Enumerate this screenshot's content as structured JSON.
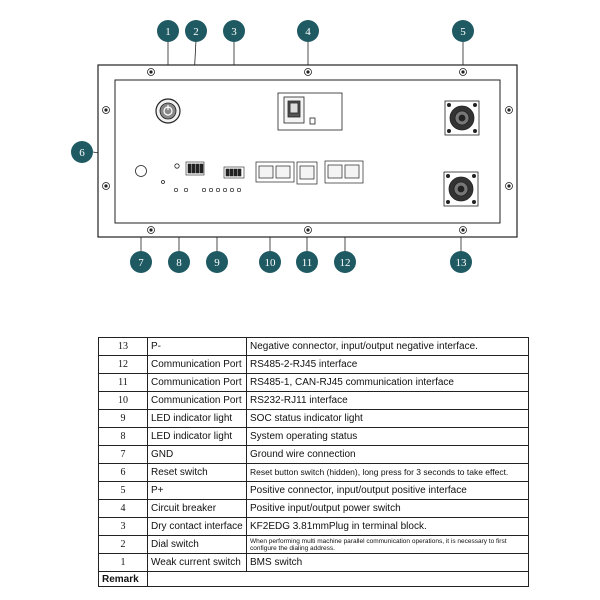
{
  "callouts": [
    "1",
    "2",
    "3",
    "4",
    "5",
    "6",
    "7",
    "8",
    "9",
    "10",
    "11",
    "12",
    "13"
  ],
  "table": {
    "rows": [
      {
        "num": "13",
        "name": "P-",
        "desc": "Negative connector, input/output negative interface."
      },
      {
        "num": "12",
        "name": "Communication Port",
        "desc": "RS485-2-RJ45 interface"
      },
      {
        "num": "11",
        "name": "Communication Port",
        "desc": "RS485-1, CAN-RJ45 communication interface"
      },
      {
        "num": "10",
        "name": "Communication Port",
        "desc": "RS232-RJ11 interface"
      },
      {
        "num": "9",
        "name": "LED indicator light",
        "desc": "SOC status indicator light"
      },
      {
        "num": "8",
        "name": "LED indicator light",
        "desc": "System operating status"
      },
      {
        "num": "7",
        "name": "GND",
        "desc": "Ground wire connection"
      },
      {
        "num": "6",
        "name": "Reset switch",
        "desc": "Reset button switch (hidden), long press for 3 seconds to take effect."
      },
      {
        "num": "5",
        "name": "P+",
        "desc": "Positive connector, input/output positive interface"
      },
      {
        "num": "4",
        "name": "Circuit breaker",
        "desc": "Positive input/output power switch"
      },
      {
        "num": "3",
        "name": "Dry contact interface",
        "desc": "KF2EDG 3.81mmPlug in terminal block."
      },
      {
        "num": "2",
        "name": "Dial switch",
        "desc": "When performing multi machine parallel communication operations, it is necessary to first configure the dialing address."
      },
      {
        "num": "1",
        "name": "Weak current switch",
        "desc": "BMS switch"
      }
    ],
    "remark_label": "Remark",
    "remark_text": ""
  },
  "colors": {
    "callout_fill": "#1f5a63",
    "panel_outer": "#ffffff",
    "line": "#222222"
  }
}
